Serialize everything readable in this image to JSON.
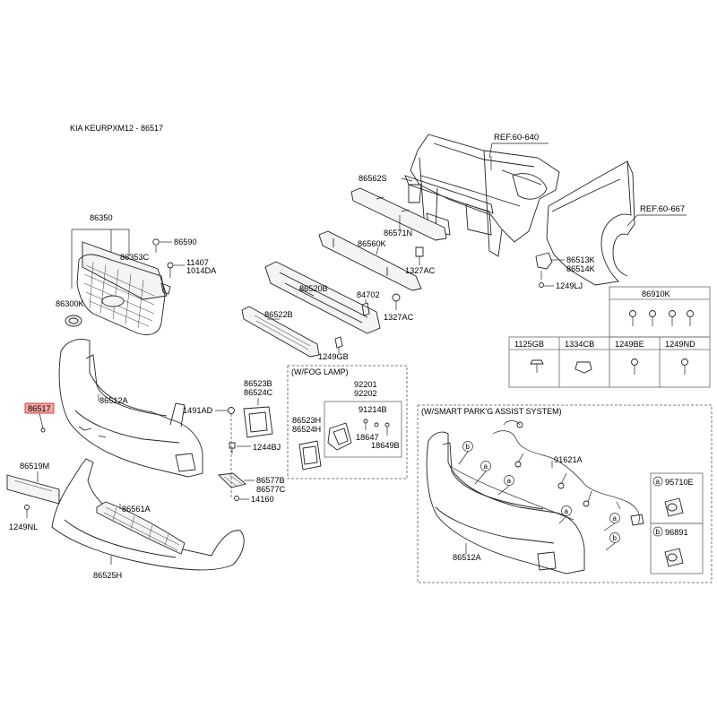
{
  "header": {
    "title": "KIA KEURPXM12 - 86517"
  },
  "highlight": {
    "label": "86517",
    "color": "#f4a6a6",
    "border": "#d02020"
  },
  "callouts": {
    "ref_60_640": "REF.60-640",
    "ref_60_667": "REF.60-667",
    "p86562S": "86562S",
    "p86571N": "86571N",
    "p86560K": "86560K",
    "p1327AC_a": "1327AC",
    "p1327AC_b": "1327AC",
    "p84702": "84702",
    "p86520B": "86520B",
    "p86522B": "86522B",
    "p1249GB": "1249GB",
    "p86350": "86350",
    "p86590": "86590",
    "p86353C": "86353C",
    "p11407": "11407",
    "p1014DA": "1014DA",
    "p86300K": "86300K",
    "p86512A": "86512A",
    "p1491AD": "1491AD",
    "p86523B": "86523B",
    "p86524C": "86524C",
    "p1244BJ": "1244BJ",
    "p86577B": "86577B",
    "p86577C": "86577C",
    "p14160": "14160",
    "p86519M": "86519M",
    "p1249NL": "1249NL",
    "p86561A": "86561A",
    "p86525H": "86525H",
    "p86513K": "86513K",
    "p86514K": "86514K",
    "p1249LJ": "1249LJ"
  },
  "fog_lamp": {
    "title": "(W/FOG LAMP)",
    "p92201": "92201",
    "p92202": "92202",
    "p91214B": "91214B",
    "p18647": "18647",
    "p18649B": "18649B",
    "p86523H": "86523H",
    "p86524H": "86524H"
  },
  "smart_park": {
    "title": "(W/SMART PARK'G ASSIST SYSTEM)",
    "p91621A": "91621A",
    "p86512A": "86512A",
    "legend_a_part": "95710E",
    "legend_b_part": "96891",
    "letter_a": "a",
    "letter_b": "b"
  },
  "fastener_table": {
    "top_header": "86910K",
    "headers": [
      "1125GB",
      "1334CB",
      "1249BE",
      "1249ND"
    ]
  }
}
